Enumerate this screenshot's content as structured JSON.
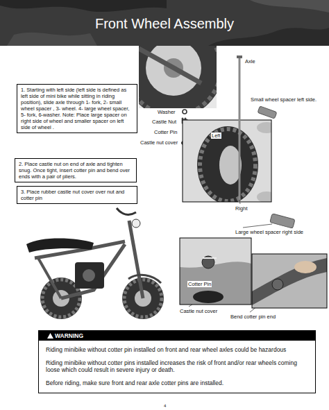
{
  "diagram": {
    "title": "Front Wheel Assembly",
    "nodes": [
      {
        "text": [
          "1. Starting with left side (left side is defined as left side of mini bike while sitting in riding position), slide axle through 1- fork, 2- small wheel spacer , 3- wheel. 4- large wheel spacer, 5- fork, 6-washer. Note: Place large spacer on right side of wheel and smaller spacer on left side of wheel ."
        ]
      },
      {
        "text": [
          "2. Place castle nut on end of axle and tighten snug. Once tight, insert cotter pin and bend over ends with a pair of pliers."
        ]
      },
      {
        "text": [
          "3. Place rubber castle nut cover over nut and cotter pin"
        ]
      },
      {
        "text": [
          "WARNING",
          "Riding minibike without cotter pin installed on front and rear wheel axles could be hazardous",
          "Riding minibike without cotter pins installed increases the risk of front and/or rear wheels coming loose which could result in severe injury or death.",
          "Before riding, make sure front and rear axle cotter pins are installed."
        ]
      }
    ],
    "labels": [
      "Axle",
      "Small wheel spacer left side.",
      "Washer",
      "Castle Nut",
      "Cotter Pin",
      "Castle nut cover",
      "Left",
      "Right",
      "Large wheel spacer right side",
      "Cotter Pin",
      "Castle nut cover",
      "Bend cotter pin end",
      "4"
    ]
  }
}
